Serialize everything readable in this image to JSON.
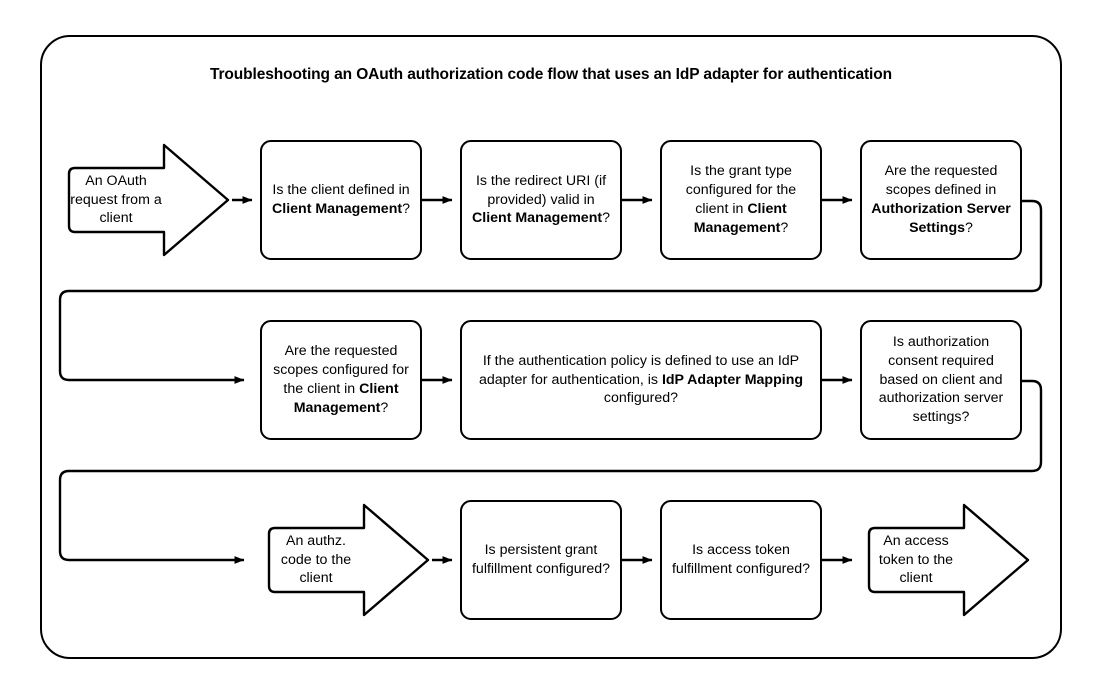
{
  "diagram": {
    "title": "Troubleshooting an OAuth authorization code flow that uses an IdP adapter for authentication",
    "type": "flowchart",
    "orientation": "serpentine-left-to-right",
    "rows": 3,
    "colors": {
      "stroke": "#000000",
      "fill": "#ffffff",
      "text": "#000000"
    },
    "nodes": {
      "start_terminal": "An OAuth request from a client",
      "r1c1": "Is the client defined in Client Management?",
      "r1c2": "Is the redirect URI (if provided) valid in Client Management?",
      "r1c3": "Is the grant type configured for the client in Client Management?",
      "r1c4": "Are the requested scopes defined in Authorization Server Settings?",
      "r2c1": "Are the requested scopes configured for the client in Client Management?",
      "r2c2": "If the authentication policy is defined to use an IdP adapter for authentication, is IdP Adapter Mapping  configured?",
      "r2c3": "Is authorization consent required based on client and authorization server settings?",
      "authz_terminal": "An authz. code to the client",
      "r3c2": "Is persistent grant fulfillment configured?",
      "r3c3": "Is access token fulfillment configured?",
      "end_terminal": "An access token to the client"
    },
    "node_segments": {
      "r1c1": [
        {
          "t": "Is the client defined in ",
          "b": false
        },
        {
          "t": "Client Management",
          "b": true
        },
        {
          "t": "?",
          "b": false
        }
      ],
      "r1c2": [
        {
          "t": "Is the redirect URI (if provided) valid in ",
          "b": false
        },
        {
          "t": "Client Management",
          "b": true
        },
        {
          "t": "?",
          "b": false
        }
      ],
      "r1c3": [
        {
          "t": "Is the grant type configured for the client in ",
          "b": false
        },
        {
          "t": "Client Management",
          "b": true
        },
        {
          "t": "?",
          "b": false
        }
      ],
      "r1c4": [
        {
          "t": "Are the requested scopes defined in ",
          "b": false
        },
        {
          "t": "Authorization Server Settings",
          "b": true
        },
        {
          "t": "?",
          "b": false
        }
      ],
      "r2c1": [
        {
          "t": "Are the requested scopes configured for the client in ",
          "b": false
        },
        {
          "t": "Client Management",
          "b": true
        },
        {
          "t": "?",
          "b": false
        }
      ],
      "r2c2": [
        {
          "t": "If the authentication policy is defined to use an IdP adapter for authentication, is ",
          "b": false
        },
        {
          "t": "IdP Adapter Mapping",
          "b": true
        },
        {
          "t": "  configured?",
          "b": false
        }
      ],
      "r2c3": [
        {
          "t": "Is authorization consent required based on client and authorization server settings?",
          "b": false
        }
      ],
      "r3c2": [
        {
          "t": "Is persistent grant fulfillment configured?",
          "b": false
        }
      ],
      "r3c3": [
        {
          "t": "Is access token fulfillment configured?",
          "b": false
        }
      ]
    },
    "flow_order": [
      "start_terminal",
      "r1c1",
      "r1c2",
      "r1c3",
      "r1c4",
      "r2c1",
      "r2c2",
      "r2c3",
      "authz_terminal",
      "r3c2",
      "r3c3",
      "end_terminal"
    ]
  }
}
